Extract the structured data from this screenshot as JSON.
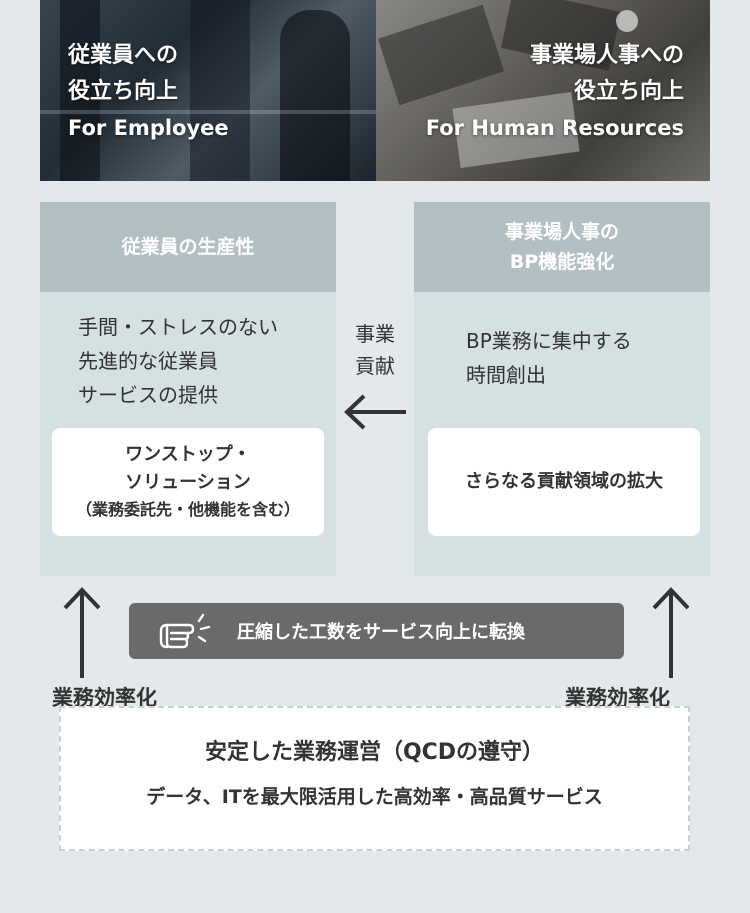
{
  "photo_left": {
    "title_line1": "従業員への",
    "title_line2": "役立ち向上",
    "subtitle": "For Employee"
  },
  "photo_right": {
    "title_line1": "事業場人事への",
    "title_line2": "役立ち向上",
    "subtitle": "For Human Resources"
  },
  "left_panel": {
    "header": "従業員の生産性",
    "body": "手間・ストレスのない\n先進的な従業員\nサービスの提供",
    "card_title": "ワンストップ・\nソリューション",
    "card_subtitle": "（業務委託先・他機能を含む）"
  },
  "right_panel": {
    "header": "事業場人事の\nBP機能強化",
    "body": "BP業務に集中する\n時間創出",
    "card_title": "さらなる貢献領域の拡大"
  },
  "contribution_label": "事業\n貢献",
  "banner": {
    "text": "圧縮した工数をサービス向上に転換",
    "icon": "pointing-hand-icon"
  },
  "efficiency_left": "業務効率化",
  "efficiency_right": "業務効率化",
  "bottom_box": {
    "title": "安定した業務運営（QCDの遵守）",
    "subtitle": "データ、ITを最大限活用した高効率・高品質サービス"
  },
  "colors": {
    "background": "#e3e8ea",
    "panel_header": "#b3c0c3",
    "panel_body": "#d5e0e3",
    "banner": "#6a6a6a",
    "text": "#333333"
  }
}
